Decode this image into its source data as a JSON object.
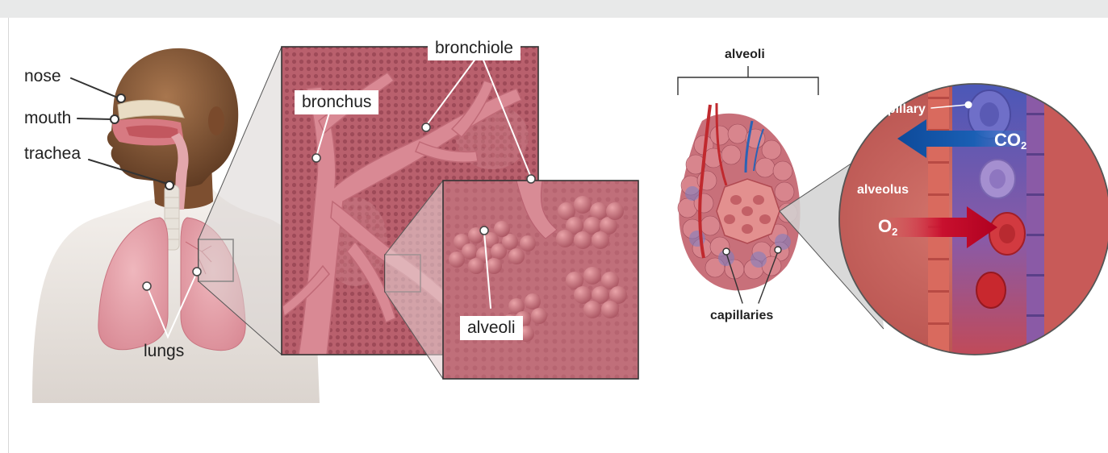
{
  "labels": {
    "nose": "nose",
    "mouth": "mouth",
    "trachea": "trachea",
    "lungs": "lungs",
    "bronchus": "bronchus",
    "bronchiole": "bronchiole",
    "alveoli_inset": "alveoli",
    "alveoli_bracket": "alveoli",
    "capillaries": "capillaries",
    "capillary": "capillary",
    "alveolus": "alveolus",
    "co2_main": "CO",
    "co2_sub": "2",
    "o2_main": "O",
    "o2_sub": "2"
  },
  "colors": {
    "lung_pink": "#e8a0a8",
    "tissue": "#c46a76",
    "skin": "#8a5a3a",
    "co2_arrow": "#1a5fb4",
    "o2_arrow": "#c8102e",
    "alveolus_wall": "#d9534f"
  }
}
